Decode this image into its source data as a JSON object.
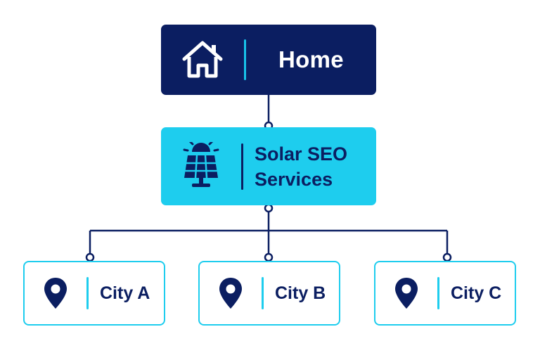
{
  "diagram": {
    "colors": {
      "navy": "#0b1e61",
      "cyan": "#1ecdee",
      "white": "#ffffff"
    },
    "root": {
      "label": "Home",
      "icon": "house-icon"
    },
    "service": {
      "label_line1": "Solar SEO",
      "label_line2": "Services",
      "icon": "solar-panel-icon"
    },
    "cities": [
      {
        "label": "City A",
        "icon": "map-pin-icon"
      },
      {
        "label": "City B",
        "icon": "map-pin-icon"
      },
      {
        "label": "City C",
        "icon": "map-pin-icon"
      }
    ]
  }
}
